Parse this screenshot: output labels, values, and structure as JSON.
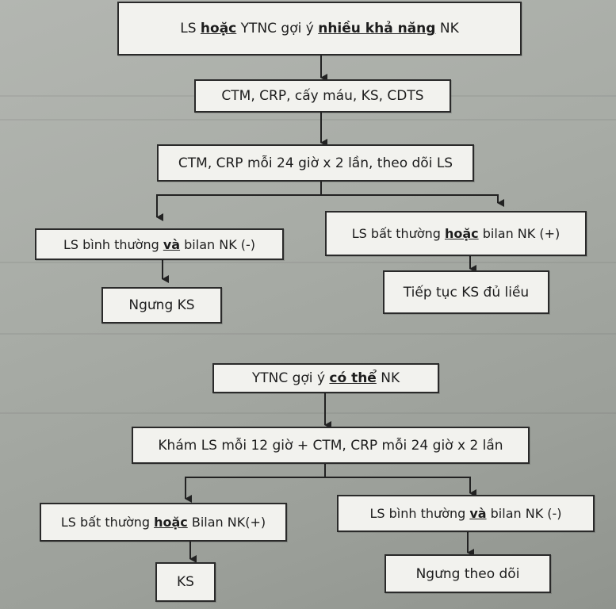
{
  "flowchart_top": {
    "box1": {
      "a": "LS ",
      "b_hoac": "hoặc",
      "c": " YTNC gợi ý ",
      "d_bold": "nhiều khả năng",
      "e": " NK"
    },
    "box2": "CTM, CRP, cấy máu, KS, CDTS",
    "box3": "CTM, CRP mỗi 24 giờ x 2 lần, theo dõi LS",
    "left": {
      "a": "LS bình thường ",
      "b_bold": "và",
      "c": " bilan NK (-)"
    },
    "right": {
      "a": "LS bất thường ",
      "b_bold": "hoặc",
      "c": " bilan NK (+)"
    },
    "left_result": "Ngưng KS",
    "right_result": "Tiếp tục KS đủ liều"
  },
  "flowchart_bottom": {
    "box1": {
      "a": "YTNC gợi ý ",
      "b_bold": "có thể",
      "c": " NK"
    },
    "box2": "Khám LS mỗi 12 giờ + CTM, CRP mỗi 24 giờ x 2 lần",
    "left": {
      "a": "LS bất thường ",
      "b_bold": "hoặc",
      "c": " Bilan NK(+)"
    },
    "right": {
      "a": "LS bình thường ",
      "b_bold": "và",
      "c": " bilan NK (-)"
    },
    "left_result": "KS",
    "right_result": "Ngưng theo dõi"
  }
}
